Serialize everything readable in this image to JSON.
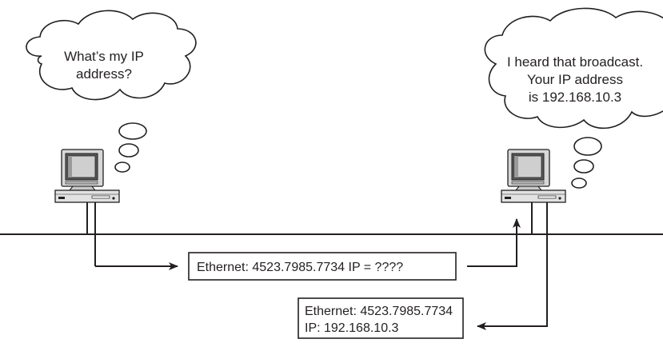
{
  "left_host": {
    "thought": [
      "What’s my IP",
      "address?"
    ],
    "icon": "desktop-computer-icon"
  },
  "right_host": {
    "thought": [
      "I heard that broadcast.",
      "Your IP address",
      "is 192.168.10.3"
    ],
    "icon": "desktop-computer-icon"
  },
  "network": {
    "segment_icon": "ethernet-bus-line"
  },
  "request_frame": {
    "text": "Ethernet: 4523.7985.7734 IP = ????"
  },
  "reply_frame": {
    "line1": "Ethernet: 4523.7985.7734",
    "line2": "IP: 192.168.10.3"
  },
  "colors": {
    "stroke": "#231f20",
    "background": "#ffffff",
    "monitor_gray": "#d7d7d7",
    "screen_dark": "#5a5a5a",
    "screen_light": "#cfcfcf"
  }
}
